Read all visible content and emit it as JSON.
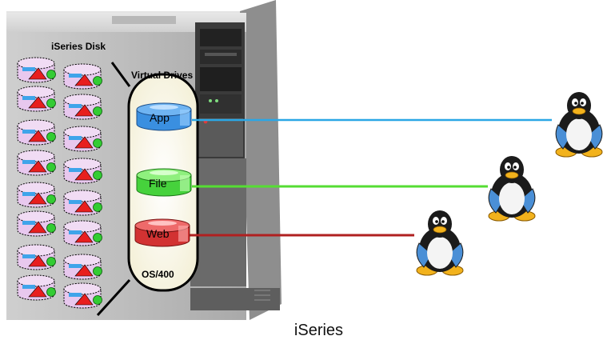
{
  "labels": {
    "iseries_disk": "iSeries Disk",
    "virtual_drives": "Virtual Drives",
    "os400": "OS/400",
    "caption": "iSeries"
  },
  "drives": [
    {
      "label": "App",
      "color": "#3a8fe0"
    },
    {
      "label": "File",
      "color": "#46d23c"
    },
    {
      "label": "Web",
      "color": "#d23232"
    }
  ],
  "connection_colors": {
    "app": "#2aa7e6",
    "file": "#55dd33",
    "web": "#b02020"
  }
}
